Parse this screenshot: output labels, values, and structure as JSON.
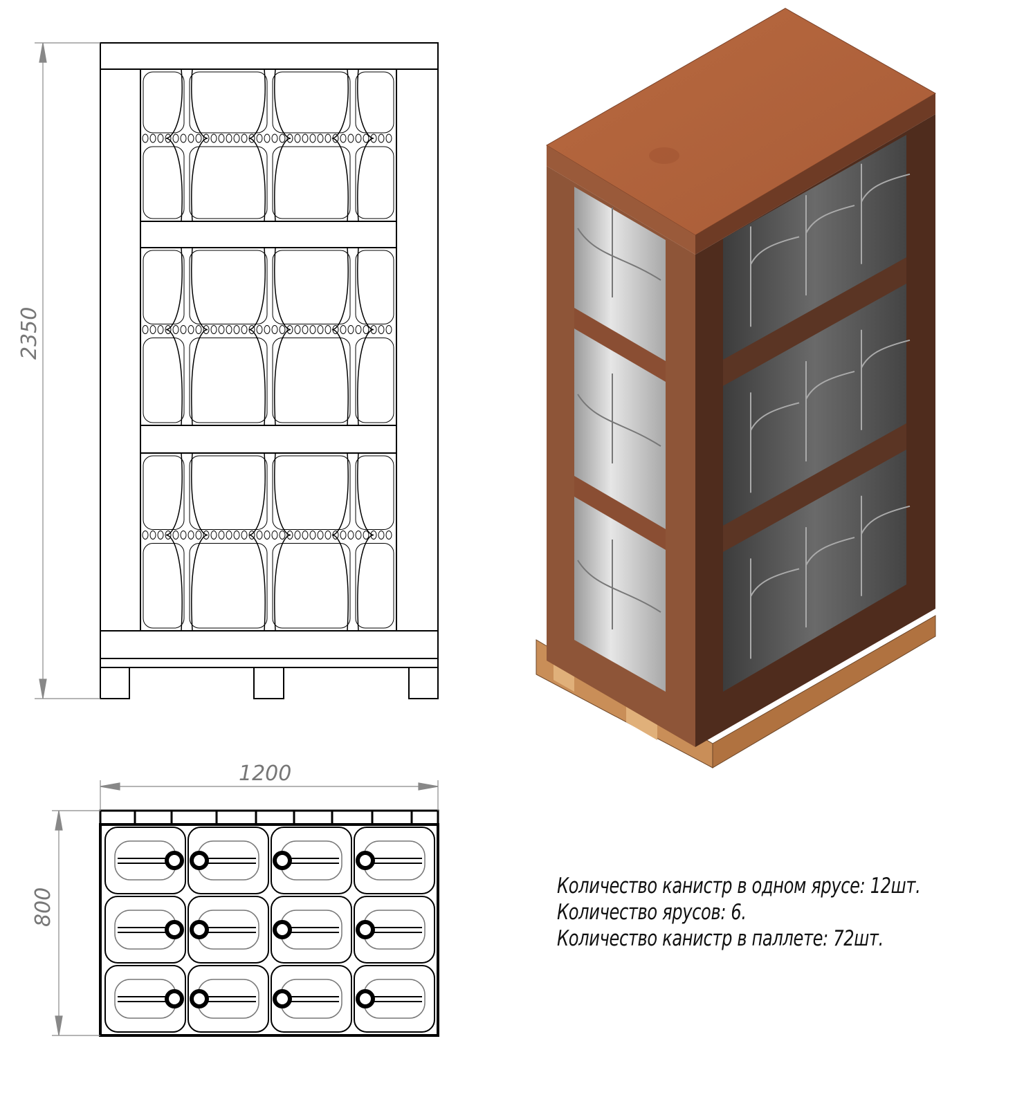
{
  "dimensions": {
    "height": "2350",
    "length": "1200",
    "width": "800"
  },
  "notes": [
    "Количество канистр в одном ярусе: 12шт.",
    "Количество ярусов: 6.",
    "Количество канистр в паллете: 72шт."
  ],
  "colors": {
    "wood_top": "#b5673f",
    "wood_side": "#8a4e35",
    "wood_dark": "#5b3524",
    "canister_light": "#c8c8c8",
    "canister_dark": "#5a5a5a",
    "pallet": "#d09a62"
  }
}
